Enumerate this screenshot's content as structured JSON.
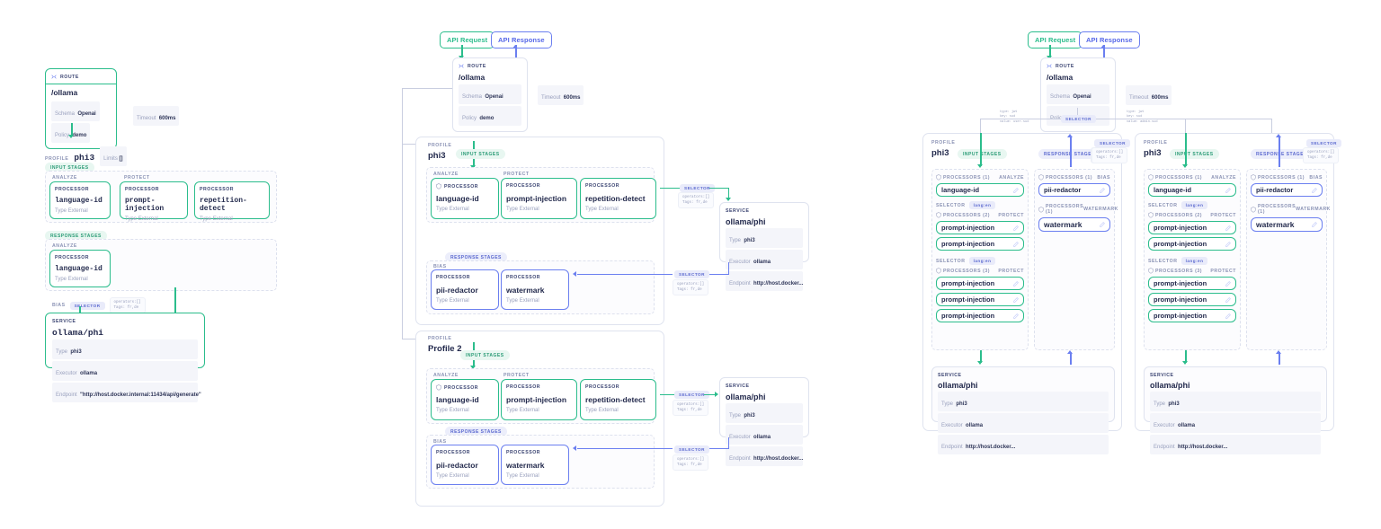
{
  "theme": {
    "green": "#2bbd8c",
    "blue": "#6b7ff0",
    "ink": "#232a4d",
    "muted": "#9aa1be",
    "grey_line": "#c9cee0"
  },
  "labels": {
    "api_request": "API Request",
    "api_response": "API Response",
    "route": "ROUTE",
    "profile": "PROFILE",
    "processor": "PROCESSOR",
    "service": "SERVICE",
    "selector": "SELECTOR",
    "input_stages": "INPUT STAGES",
    "response_stages": "RESPONSE STAGES",
    "type": "Type",
    "executor": "Executor",
    "endpoint": "Endpoint",
    "schema": "Schema",
    "policy": "Policy",
    "timeout": "Timeout",
    "limits": "Limits",
    "external": "External",
    "analyze": "analyze",
    "protect": "protect",
    "bias": "bias",
    "watermark_tag": "watermark",
    "edit_icon": "pencil-icon",
    "shield_icon": "shield-icon",
    "route_icon": "route-shuffle-icon"
  },
  "route": {
    "path": "/ollama",
    "schema_key": "Schema",
    "schema_value": "Openai",
    "policy_key": "Policy",
    "policy_value": "demo",
    "timeout_key": "Timeout",
    "timeout_value": "600ms"
  },
  "selector_note": "operators:[]\nTags: fr,de",
  "edge_note_left": "type: jwt\nkey: sud\nvalue: user.sud",
  "edge_note_right": "type: jwt\nkey: sud\nvalue: admin.sud",
  "selector_lang": "lang:en",
  "processors": {
    "language_id": "language-id",
    "prompt_injection": "prompt-injection",
    "repetition_detect": "repetition-detect",
    "pii_redactor": "pii-redactor",
    "watermark": "watermark"
  },
  "service": {
    "name": "ollama/phi",
    "type_key": "Type",
    "type_value": "phi3",
    "executor_key": "Executor",
    "executor_value": "ollama",
    "endpoint_key": "Endpoint",
    "endpoint_full": "\"http://host.docker.internal:11434/api/generate\"",
    "endpoint_short": "http://host.docker..."
  },
  "panel_left": {
    "profile_label": "PROFILE",
    "profile_name": "phi3",
    "limits_key": "Limits",
    "limits_value": "[]",
    "input_stages": "INPUT STAGES",
    "response_stages": "RESPONSE STAGES",
    "input_groups": [
      {
        "tag": "analyze",
        "processors": [
          "language-id"
        ]
      },
      {
        "tag": "protect",
        "processors": [
          "prompt-injection",
          "repetition-detect"
        ]
      }
    ],
    "response_groups": [
      {
        "tag": "analyze",
        "processors": [
          "language-id"
        ]
      }
    ],
    "selector_tag": "bias"
  },
  "panel_mid": {
    "profiles": [
      {
        "label": "PROFILE",
        "name": "phi3",
        "name_mono": true,
        "input_stages": "INPUT STAGES",
        "response_stages": "RESPONSE STAGES",
        "input_groups": [
          {
            "tag": "analyze",
            "processors": [
              "language-id"
            ],
            "icon": true
          },
          {
            "tag": "protect",
            "processors": [
              "prompt-injection",
              "repetition-detect"
            ]
          }
        ],
        "response_groups": [
          {
            "tag": "bias",
            "processors": [
              "pii-redactor",
              "watermark"
            ]
          }
        ]
      },
      {
        "label": "PROFILE",
        "name": "Profile 2",
        "name_mono": false,
        "input_stages": "INPUT STAGES",
        "response_stages": "RESPONSE STAGES",
        "input_groups": [
          {
            "tag": "analyze",
            "processors": [
              "language-id"
            ],
            "icon": true
          },
          {
            "tag": "protect",
            "processors": [
              "prompt-injection",
              "repetition-detect"
            ]
          }
        ],
        "response_groups": [
          {
            "tag": "bias",
            "processors": [
              "pii-redactor",
              "watermark"
            ]
          }
        ]
      }
    ]
  },
  "panel_right": {
    "profiles": [
      {
        "label": "PROFILE",
        "name": "phi3",
        "input_stages": "INPUT STAGES",
        "response_stages": "RESPONSE STAGES",
        "input_blocks": [
          {
            "header": "PROCESSORS (1)",
            "tag": "analyze",
            "selector": null,
            "items": [
              "language-id"
            ]
          },
          {
            "header": "PROCESSORS (2)",
            "tag": "protect",
            "selector": "lang:en",
            "items": [
              "prompt-injection",
              "prompt-injection"
            ]
          },
          {
            "header": "PROCESSORS (3)",
            "tag": "protect",
            "selector": "lang:en",
            "items": [
              "prompt-injection",
              "prompt-injection",
              "prompt-injection"
            ]
          }
        ],
        "response_blocks": [
          {
            "header": "PROCESSORS (1)",
            "tag": "bias",
            "selector": null,
            "items": [
              "pii-redactor"
            ]
          },
          {
            "header": "PROCESSORS (1)",
            "tag": "watermark",
            "selector": null,
            "items": [
              "watermark"
            ]
          }
        ]
      },
      {
        "label": "PROFILE",
        "name": "phi3",
        "input_stages": "INPUT STAGES",
        "response_stages": "RESPONSE STAGES",
        "input_blocks": [
          {
            "header": "PROCESSORS (1)",
            "tag": "analyze",
            "selector": null,
            "items": [
              "language-id"
            ]
          },
          {
            "header": "PROCESSORS (2)",
            "tag": "protect",
            "selector": "lang:en",
            "items": [
              "prompt-injection",
              "prompt-injection"
            ]
          },
          {
            "header": "PROCESSORS (3)",
            "tag": "protect",
            "selector": "lang:en",
            "items": [
              "prompt-injection",
              "prompt-injection",
              "prompt-injection"
            ]
          }
        ],
        "response_blocks": [
          {
            "header": "PROCESSORS (1)",
            "tag": "bias",
            "selector": null,
            "items": [
              "pii-redactor"
            ]
          },
          {
            "header": "PROCESSORS (1)",
            "tag": "watermark",
            "selector": null,
            "items": [
              "watermark"
            ]
          }
        ]
      }
    ]
  }
}
